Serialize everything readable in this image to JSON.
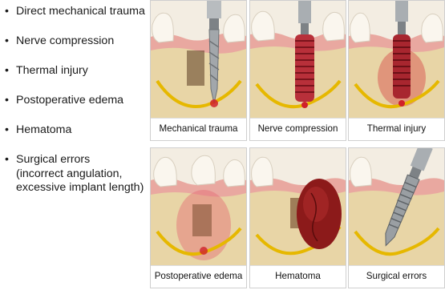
{
  "bullets": [
    {
      "text": "Direct mechanical trauma"
    },
    {
      "text": "Nerve compression"
    },
    {
      "text": "Thermal injury"
    },
    {
      "text": "Postoperative edema"
    },
    {
      "text": "Hematoma"
    },
    {
      "text": "Surgical errors",
      "lines": [
        "(incorrect angulation,",
        "excessive implant length)"
      ]
    }
  ],
  "bullet_char": "•",
  "panels": [
    {
      "caption": "Mechanical trauma",
      "illustration": "drill-contacting-nerve"
    },
    {
      "caption": "Nerve compression",
      "illustration": "implant-compressing-nerve"
    },
    {
      "caption": "Thermal injury",
      "illustration": "implant-heat-damage"
    },
    {
      "caption": "Postoperative edema",
      "illustration": "swelling-around-nerve"
    },
    {
      "caption": "Hematoma",
      "illustration": "blood-clot-over-nerve"
    },
    {
      "caption": "Surgical errors",
      "illustration": "angled-implant-into-nerve"
    }
  ],
  "colors": {
    "bone": "#e8d5a6",
    "gum": "#e9a8a0",
    "nerve": "#e6b800",
    "injury": "#d0202a",
    "hematoma": "#8c1a1a",
    "metal": "#9a9fa3"
  }
}
